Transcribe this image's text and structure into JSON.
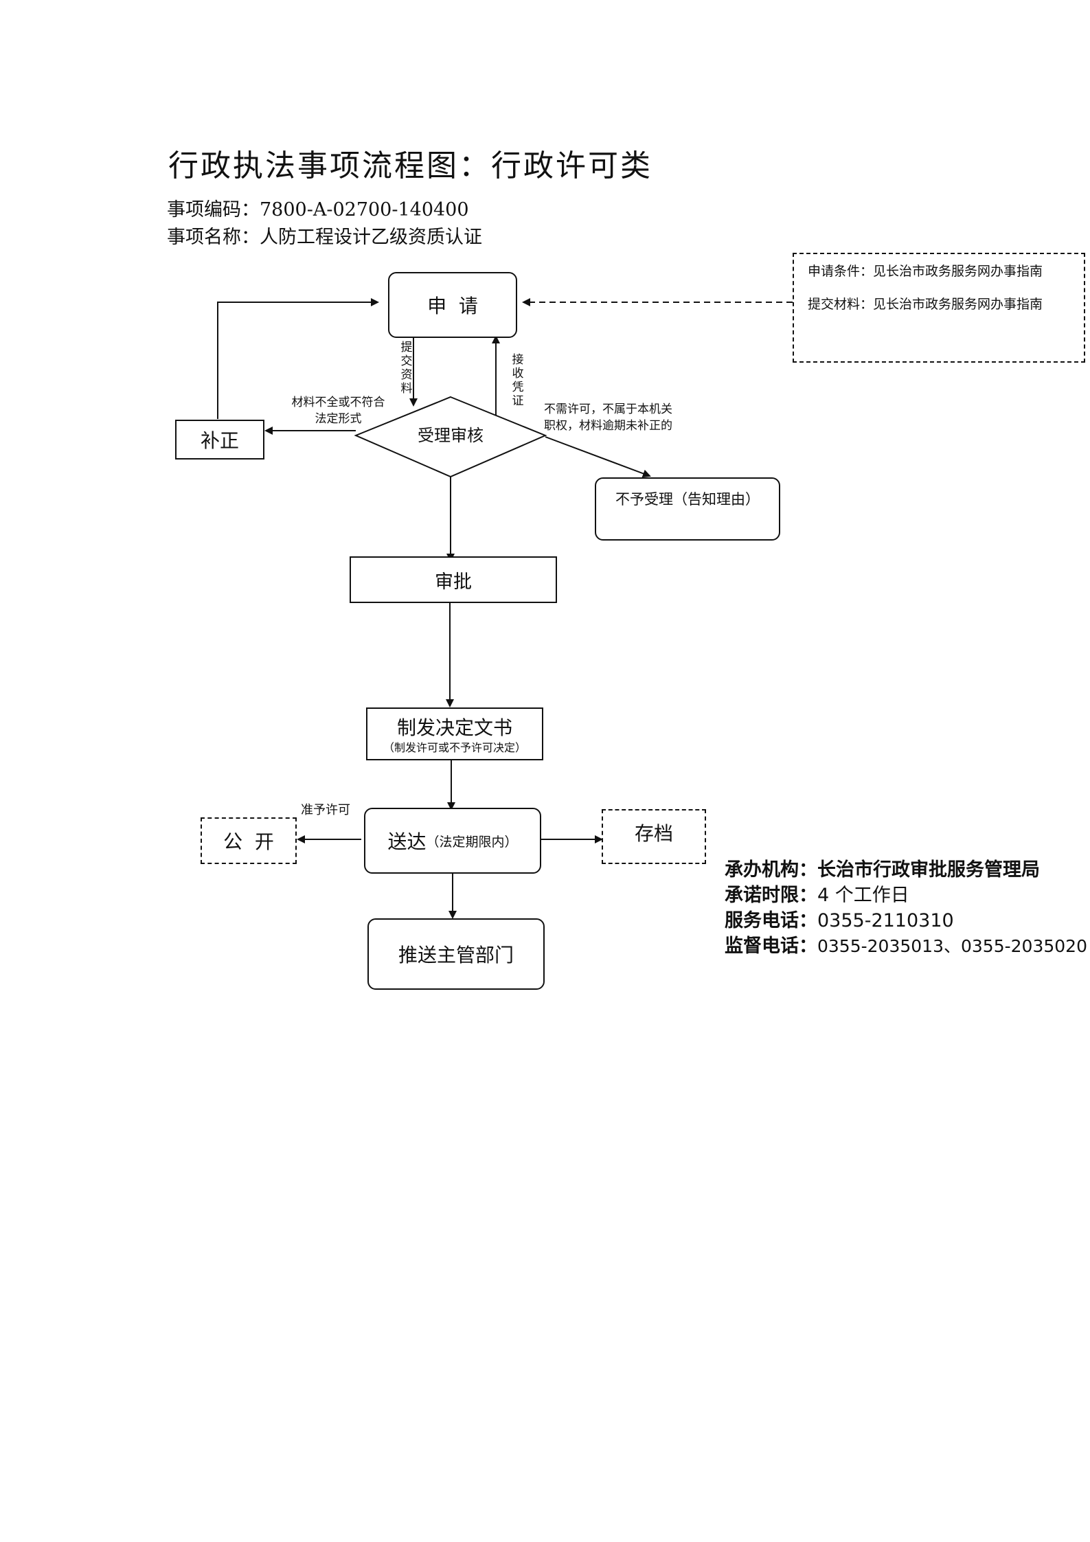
{
  "header": {
    "title": "行政执法事项流程图：行政许可类",
    "code_label": "事项编码：",
    "code_value": "7800-A-02700-140400",
    "name_label": "事项名称：",
    "name_value": "人防工程设计乙级资质认证"
  },
  "side_note": {
    "line1": "申请条件：见长治市政务服务网办事指南",
    "line2": "提交材料：见长治市政务服务网办事指南"
  },
  "nodes": {
    "apply": "申  请",
    "review": "受理审核",
    "correct": "补正",
    "reject": "不予受理（告知理由）",
    "approve": "审批",
    "decision": "制发决定文书",
    "decision_sub": "（制发许可或不予许可决定）",
    "deliver": "送达",
    "deliver_sub": "（法定期限内）",
    "publish": "公  开",
    "archive": "存档",
    "push": "推送主管部门"
  },
  "edges": {
    "submit_materials": [
      "提",
      "交",
      "资",
      "料"
    ],
    "receive_receipt": [
      "接",
      "收",
      "凭",
      "证"
    ],
    "incomplete_line1": "材料不全或不符合",
    "incomplete_line2": "法定形式",
    "not_needed_line1": "不需许可，不属于本机关",
    "not_needed_line2": "职权，材料逾期未补正的",
    "grant": "准予许可"
  },
  "info": {
    "agency_label": "承办机构：",
    "agency_value": "长治市行政审批服务管理局",
    "deadline_label": "承诺时限：",
    "deadline_value": "4 个工作日",
    "phone_label": "服务电话：",
    "phone_value": "0355-2110310",
    "supervise_label": "监督电话：",
    "supervise_value": "0355-2035013、0355-2035020"
  }
}
